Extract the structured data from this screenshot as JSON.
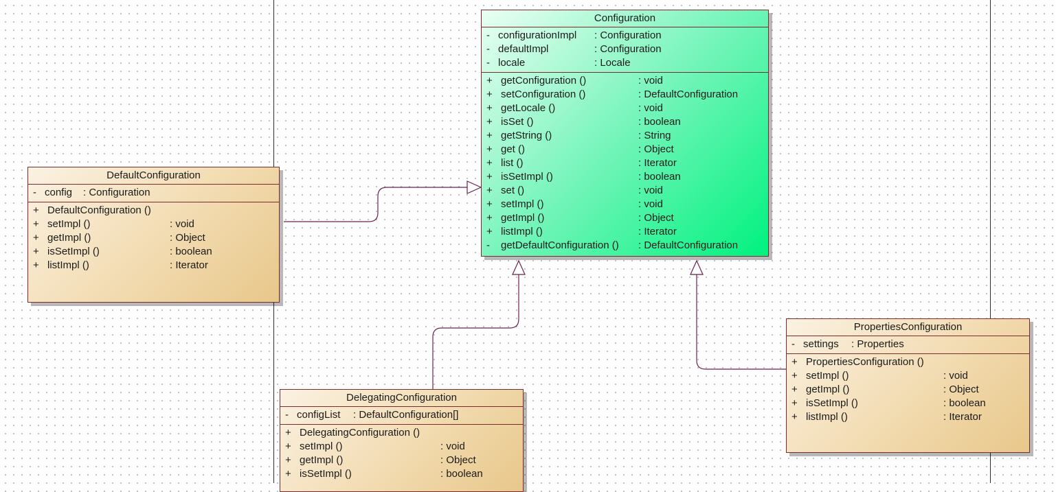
{
  "classes": {
    "configuration": {
      "name": "Configuration",
      "attributes": [
        {
          "vis": "-",
          "name": "configurationImpl",
          "type": ": Configuration"
        },
        {
          "vis": "-",
          "name": "defaultImpl",
          "type": ": Configuration"
        },
        {
          "vis": "-",
          "name": "locale",
          "type": ": Locale"
        }
      ],
      "operations": [
        {
          "vis": "+",
          "name": "getConfiguration ()",
          "type": ": void"
        },
        {
          "vis": "+",
          "name": "setConfiguration ()",
          "type": ": DefaultConfiguration"
        },
        {
          "vis": "+",
          "name": "getLocale ()",
          "type": ": void"
        },
        {
          "vis": "+",
          "name": "isSet ()",
          "type": ": boolean"
        },
        {
          "vis": "+",
          "name": "getString ()",
          "type": ": String"
        },
        {
          "vis": "+",
          "name": "get ()",
          "type": ": Object"
        },
        {
          "vis": "+",
          "name": "list ()",
          "type": ": Iterator"
        },
        {
          "vis": "+",
          "name": "isSetImpl ()",
          "type": ": boolean"
        },
        {
          "vis": "+",
          "name": "set ()",
          "type": ": void"
        },
        {
          "vis": "+",
          "name": "setImpl ()",
          "type": ": void"
        },
        {
          "vis": "+",
          "name": "getImpl ()",
          "type": ": Object"
        },
        {
          "vis": "+",
          "name": "listImpl ()",
          "type": ": Iterator"
        },
        {
          "vis": "-",
          "name": "getDefaultConfiguration ()",
          "type": ": DefaultConfiguration"
        }
      ]
    },
    "default": {
      "name": "DefaultConfiguration",
      "attributes": [
        {
          "vis": "-",
          "name": "config",
          "type": ": Configuration"
        }
      ],
      "operations": [
        {
          "vis": "+",
          "name": "DefaultConfiguration ()",
          "type": ""
        },
        {
          "vis": "+",
          "name": "setImpl ()",
          "type": ": void"
        },
        {
          "vis": "+",
          "name": "getImpl ()",
          "type": ": Object"
        },
        {
          "vis": "+",
          "name": "isSetImpl ()",
          "type": ": boolean"
        },
        {
          "vis": "+",
          "name": "listImpl ()",
          "type": ": Iterator"
        }
      ]
    },
    "delegating": {
      "name": "DelegatingConfiguration",
      "attributes": [
        {
          "vis": "-",
          "name": "configList",
          "type": ": DefaultConfiguration[]"
        }
      ],
      "operations": [
        {
          "vis": "+",
          "name": "DelegatingConfiguration ()",
          "type": ""
        },
        {
          "vis": "+",
          "name": "setImpl ()",
          "type": ": void"
        },
        {
          "vis": "+",
          "name": "getImpl ()",
          "type": ": Object"
        },
        {
          "vis": "+",
          "name": "isSetImpl ()",
          "type": ": boolean"
        }
      ]
    },
    "properties": {
      "name": "PropertiesConfiguration",
      "attributes": [
        {
          "vis": "-",
          "name": "settings",
          "type": ": Properties"
        }
      ],
      "operations": [
        {
          "vis": "+",
          "name": "PropertiesConfiguration ()",
          "type": ""
        },
        {
          "vis": "+",
          "name": "setImpl ()",
          "type": ": void"
        },
        {
          "vis": "+",
          "name": "getImpl ()",
          "type": ": Object"
        },
        {
          "vis": "+",
          "name": "isSetImpl ()",
          "type": ": boolean"
        },
        {
          "vis": "+",
          "name": "listImpl ()",
          "type": ": Iterator"
        }
      ]
    }
  },
  "colors": {
    "border": "#7a2a2a",
    "connector": "#6b1f4f",
    "interface_fill": "#00f27f",
    "class_fill": "#f1d9ac"
  }
}
